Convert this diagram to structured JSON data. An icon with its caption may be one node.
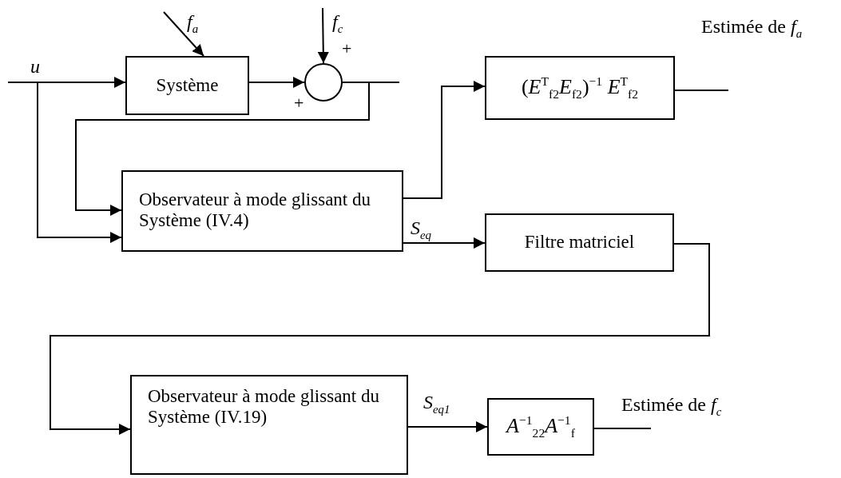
{
  "diagram": {
    "nodes": [
      {
        "text": [
          "Système"
        ]
      },
      {
        "text": [],
        "shape": "circle"
      },
      {
        "text": [
          "Observateur à mode glissant du Système (IV.4)"
        ]
      },
      {
        "text": [
          "(*E*$^{T}$$_{f2}$*E*$_{f2}$)$^{−1}$ *E*$^{T}$$_{f2}$"
        ]
      },
      {
        "text": [
          "Filtre matriciel"
        ]
      },
      {
        "text": [
          "Observateur à mode glissant du Système (IV.19)"
        ]
      },
      {
        "text": [
          "*A*$^{−1}$$_{22}$*A*$^{−1}$$_{f}$"
        ]
      }
    ],
    "edges": [
      {
        "from": null,
        "to": 0,
        "arrow": "to",
        "label": "u"
      },
      {
        "from": null,
        "to": 2,
        "arrow": "to"
      },
      {
        "from": null,
        "to": 0,
        "arrow": "to",
        "label": "*f*$_{a}$"
      },
      {
        "from": 0,
        "to": 1,
        "arrow": "to"
      },
      {
        "from": null,
        "to": 1,
        "arrow": "to",
        "label": "*f*$_{c}$"
      },
      {
        "from": 1,
        "to": null,
        "arrow": "none"
      },
      {
        "from": 1,
        "to": 2,
        "arrow": "to"
      },
      {
        "from": 2,
        "to": 3,
        "arrow": "to"
      },
      {
        "from": 2,
        "to": 4,
        "arrow": "to",
        "label": "*S*$_{eq}$"
      },
      {
        "from": 4,
        "to": 5,
        "arrow": "to"
      },
      {
        "from": 5,
        "to": 6,
        "arrow": "to",
        "label": "*S*$_{eq1}$"
      },
      {
        "from": 3,
        "to": null,
        "arrow": "none",
        "label": "Estimée de *f*$_{a}$"
      },
      {
        "from": 6,
        "to": null,
        "arrow": "none",
        "label": "Estimée de *f*$_{c}$"
      }
    ],
    "labels": [
      "+",
      "+"
    ]
  }
}
